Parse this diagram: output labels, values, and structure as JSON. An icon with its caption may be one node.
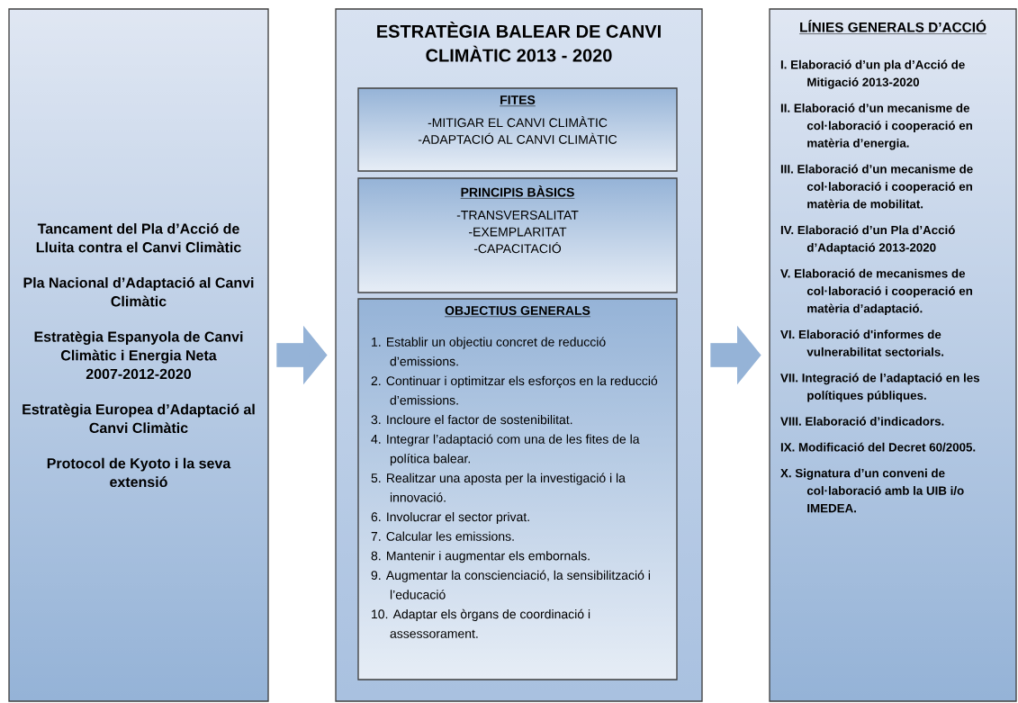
{
  "diagram": {
    "nodes": [
      {
        "text": [
          "Tancament del Pla d’Acció de Lluita contra el Canvi Climàtic",
          "Pla Nacional d’Adaptació al Canvi Climàtic",
          "Estratègia Espanyola de Canvi Climàtic i Energia Neta 2007-2012-2020",
          "Estratègia Europea d’Adaptació al Canvi Climàtic",
          "Protocol de Kyoto i la seva extensió"
        ]
      },
      {
        "text": [
          "ESTRATÈGIA BALEAR DE CANVI CLIMÀTIC 2013 - 2020"
        ]
      },
      {
        "text": [
          "FITES",
          "-MITIGAR EL CANVI CLIMÀTIC",
          "-ADAPTACIÓ AL CANVI CLIMÀTIC"
        ],
        "in": 1
      },
      {
        "text": [
          "PRINCIPIS BÀSICS",
          "-TRANSVERSALITAT",
          "-EXEMPLARITAT",
          "-CAPACITACIÓ"
        ],
        "in": 1
      },
      {
        "text": [
          "OBJECTIUS GENERALS",
          "1. Establir un objectiu concret de reducció d’emissions.",
          "2. Continuar i optimitzar els esforços en la reducció d’emissions.",
          "3. Incloure el factor de sostenibilitat.",
          "4. Integrar l’adaptació com una de les fites de la política balear.",
          "5. Realitzar una aposta per la investigació i la innovació.",
          "6. Involucrar el sector privat.",
          "7. Calcular les emissions.",
          "8. Mantenir i augmentar els embornals.",
          "9. Augmentar la conscienciació, la sensibilització i l’educació",
          "10. Adaptar els òrgans de coordinació i assessorament."
        ],
        "in": 1
      },
      {
        "text": [
          "LÍNIES GENERALS D’ACCIÓ",
          "I. Elaboració d’un pla d’Acció de Mitigació 2013-2020",
          "II. Elaboració d’un mecanisme de col·laboració i cooperació en matèria d’energia.",
          "III. Elaboració d’un mecanisme de col·laboració i cooperació en matèria de mobilitat.",
          "IV. Elaboració d’un Pla d’Acció d’Adaptació 2013-2020",
          "V. Elaboració de mecanismes de col·laboració i cooperació en matèria d’adaptació.",
          "VI. Elaboració d'informes de vulnerabilitat sectorials.",
          "VII. Integració de l’adaptació en les polítiques públiques.",
          "VIII. Elaboració d’indicadors.",
          "IX. Modificació del Decret 60/2005.",
          "X. Signatura d’un conveni de col·laboració amb la UIB i/o IMEDEA."
        ]
      }
    ],
    "edges": [
      {
        "from": 0,
        "to": 1,
        "arrow": "to"
      },
      {
        "from": 1,
        "to": 5,
        "arrow": "to"
      }
    ]
  }
}
